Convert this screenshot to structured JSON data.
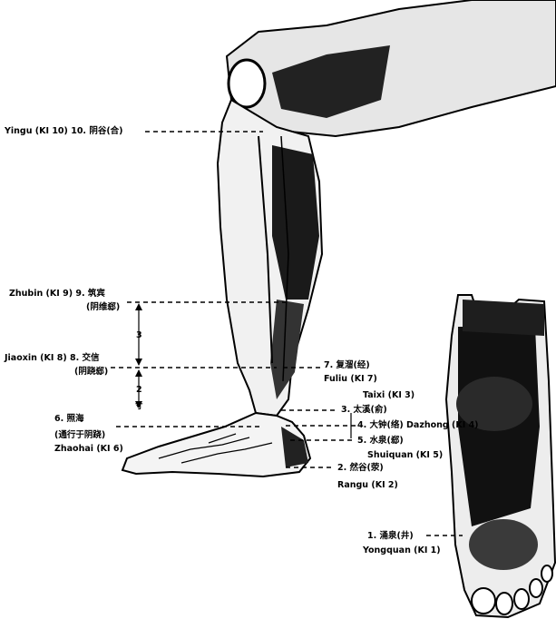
{
  "points": {
    "kI10": {
      "pinyin": "Yingu (KI 10)",
      "chinese": "10. 阴谷(合)"
    },
    "kI9": {
      "pinyin": "Zhubin (KI 9)",
      "chinese": "9. 筑宾",
      "note": "(阴维郄)"
    },
    "kI8": {
      "pinyin": "Jiaoxin (KI 8)",
      "chinese": "8. 交信",
      "note": "(阴跷郄)"
    },
    "kI7": {
      "pinyin": "Fuliu (KI 7)",
      "chinese": "7. 复溜(经)"
    },
    "kI3": {
      "pinyin": "Taixi (KI 3)",
      "chinese": "3. 太溪(俞)"
    },
    "kI4": {
      "pinyin": "Dazhong (KI 4)",
      "chinese": "4. 大钟(络)"
    },
    "kI5": {
      "pinyin": "Shuiquan (KI 5)",
      "chinese": "5. 水泉(郄)"
    },
    "kI6": {
      "pinyin": "Zhaohai (KI 6)",
      "chinese": "6. 照海",
      "note": "(通行于阴跷)"
    },
    "kI2": {
      "pinyin": "Rangu (KI 2)",
      "chinese": "2. 然谷(荥)"
    },
    "kI1": {
      "pinyin": "Yongquan (KI 1)",
      "chinese": "1. 涌泉(井)"
    }
  },
  "measures": {
    "upper": "3",
    "lower": "2",
    "cun": "寸"
  }
}
